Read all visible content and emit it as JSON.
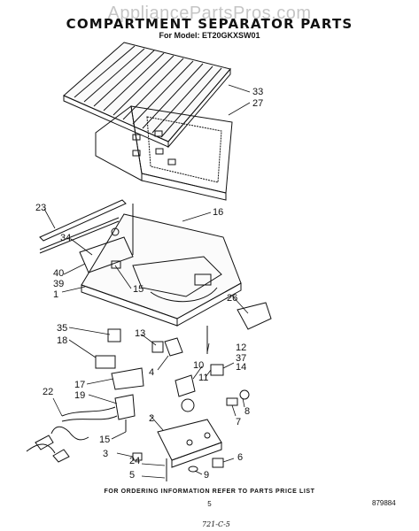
{
  "watermark": "AppliancePartsPros.com",
  "title": "COMPARTMENT SEPARATOR PARTS",
  "model": "For Model: ET20GKXSW01",
  "callouts": [
    "33",
    "27",
    "23",
    "16",
    "34",
    "40",
    "39",
    "1",
    "15",
    "26",
    "35",
    "18",
    "13",
    "12",
    "37",
    "14",
    "4",
    "10",
    "11",
    "17",
    "19",
    "22",
    "8",
    "7",
    "2",
    "15",
    "3",
    "24",
    "5",
    "9",
    "6"
  ],
  "ordering_note": "FOR ORDERING INFORMATION REFER TO PARTS PRICE LIST",
  "page_number": "5",
  "doc_number": "879884",
  "handwritten_note": "721-C-5",
  "colors": {
    "ink": "#111111",
    "watermark": "#969696"
  }
}
